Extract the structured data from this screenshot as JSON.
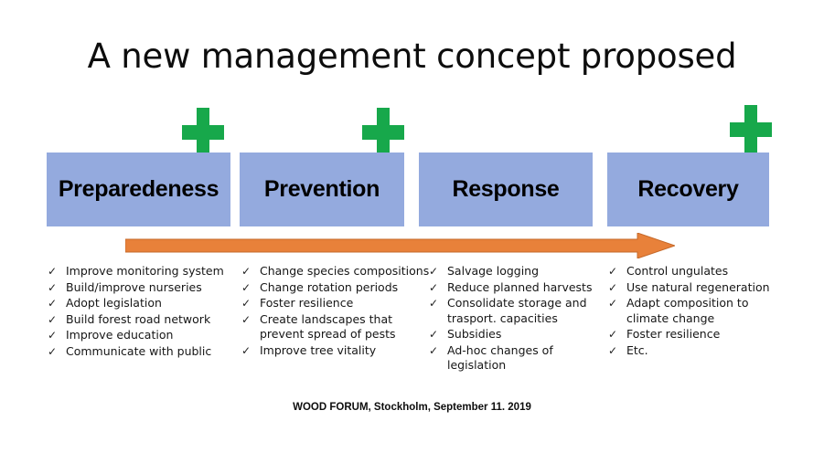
{
  "slide": {
    "title": "A new management concept proposed",
    "footer": "WOOD FORUM, Stockholm, September 11. 2019",
    "colors": {
      "box_fill": "#94aade",
      "plus_fill": "#17a84b",
      "arrow_fill": "#e8813a",
      "title_text": "#0d0d0d"
    }
  },
  "phases": [
    {
      "label": "Preparedeness",
      "has_plus": true,
      "bullets": [
        "Improve monitoring system",
        "Build/improve nurseries",
        "Adopt legislation",
        "Build forest road network",
        "Improve education",
        "Communicate with public"
      ]
    },
    {
      "label": "Prevention",
      "has_plus": true,
      "bullets": [
        "Change species compositions",
        "Change rotation periods",
        "Foster resilience",
        "Create landscapes that prevent spread of pests",
        "Improve tree vitality"
      ]
    },
    {
      "label": "Response",
      "has_plus": false,
      "bullets": [
        "Salvage logging",
        "Reduce planned harvests",
        "Consolidate storage and trasport. capacities",
        "Subsidies",
        "Ad-hoc changes of legislation"
      ]
    },
    {
      "label": "Recovery",
      "has_plus": true,
      "bullets": [
        "Control ungulates",
        "Use natural regeneration",
        "Adapt composition to climate change",
        "Foster resilience",
        "Etc."
      ]
    }
  ],
  "bullet_marker": "✓",
  "arrow": {
    "name": "progress-arrow",
    "direction": "left-to-right"
  }
}
